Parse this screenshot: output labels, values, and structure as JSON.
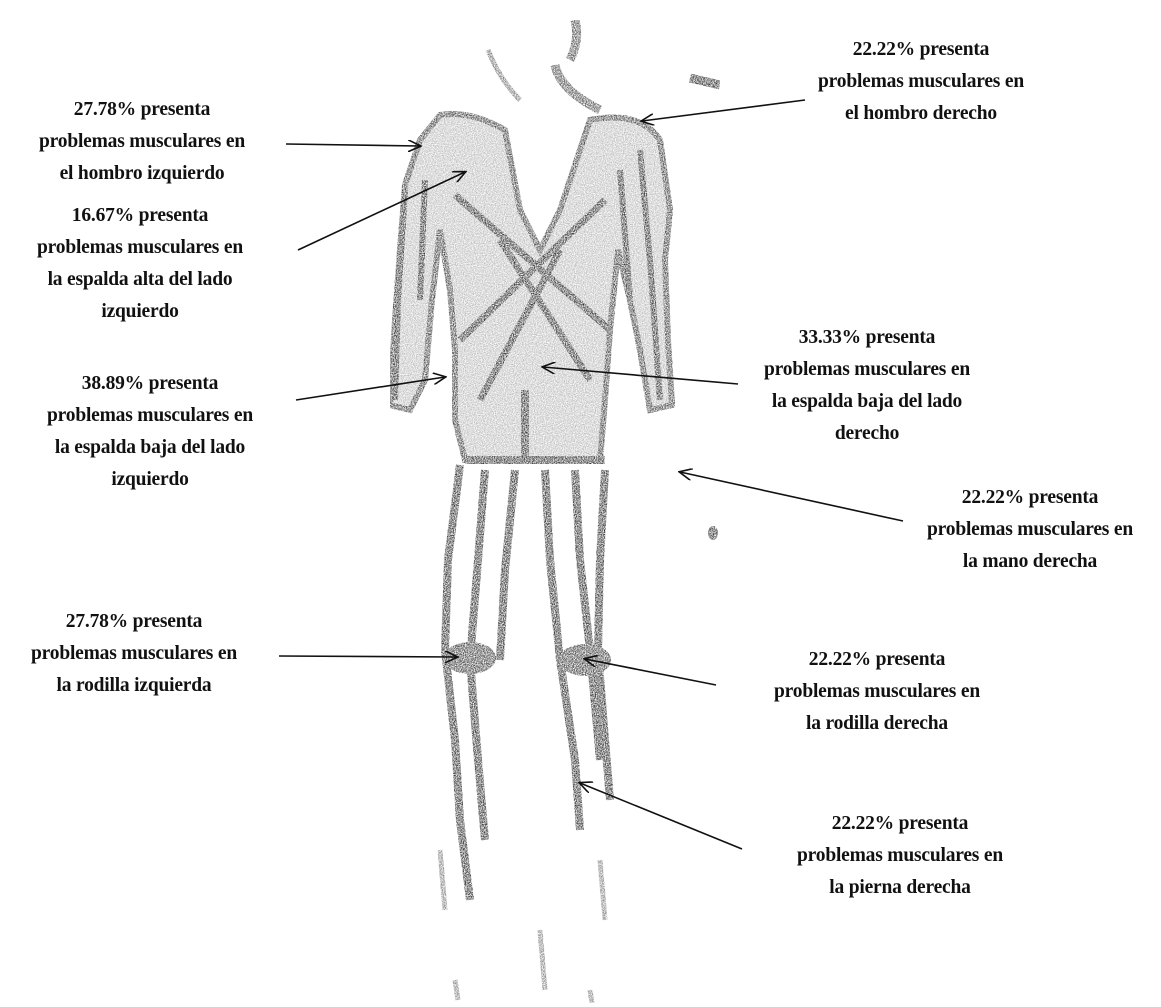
{
  "annotations": [
    {
      "id": "hombro-izquierdo",
      "lines": [
        "27.78% presenta",
        "problemas musculares en",
        "el hombro izquierdo"
      ]
    },
    {
      "id": "espalda-alta-izquierda",
      "lines": [
        "16.67% presenta",
        "problemas musculares en",
        "la espalda alta del lado",
        "izquierdo"
      ]
    },
    {
      "id": "espalda-baja-izquierda",
      "lines": [
        "38.89% presenta",
        "problemas musculares en",
        "la espalda baja del lado",
        "izquierdo"
      ]
    },
    {
      "id": "rodilla-izquierda",
      "lines": [
        "27.78% presenta",
        "problemas musculares en",
        "la rodilla izquierda"
      ]
    },
    {
      "id": "hombro-derecho",
      "lines": [
        "22.22% presenta",
        "problemas musculares en",
        "el hombro derecho"
      ]
    },
    {
      "id": "espalda-baja-derecha",
      "lines": [
        "33.33% presenta",
        "problemas musculares en",
        "la espalda baja del lado",
        "derecho"
      ]
    },
    {
      "id": "mano-derecha",
      "lines": [
        "22.22% presenta",
        "problemas musculares en",
        "la mano derecha"
      ]
    },
    {
      "id": "rodilla-derecha",
      "lines": [
        "22.22% presenta",
        "problemas musculares en",
        "la rodilla derecha"
      ]
    },
    {
      "id": "pierna-derecha",
      "lines": [
        "22.22% presenta",
        "problemas musculares en",
        "la pierna derecha"
      ]
    }
  ],
  "colors": {
    "ink": "#111111",
    "figure": "#3a3a3a",
    "figure_light": "#9a9a9a"
  }
}
